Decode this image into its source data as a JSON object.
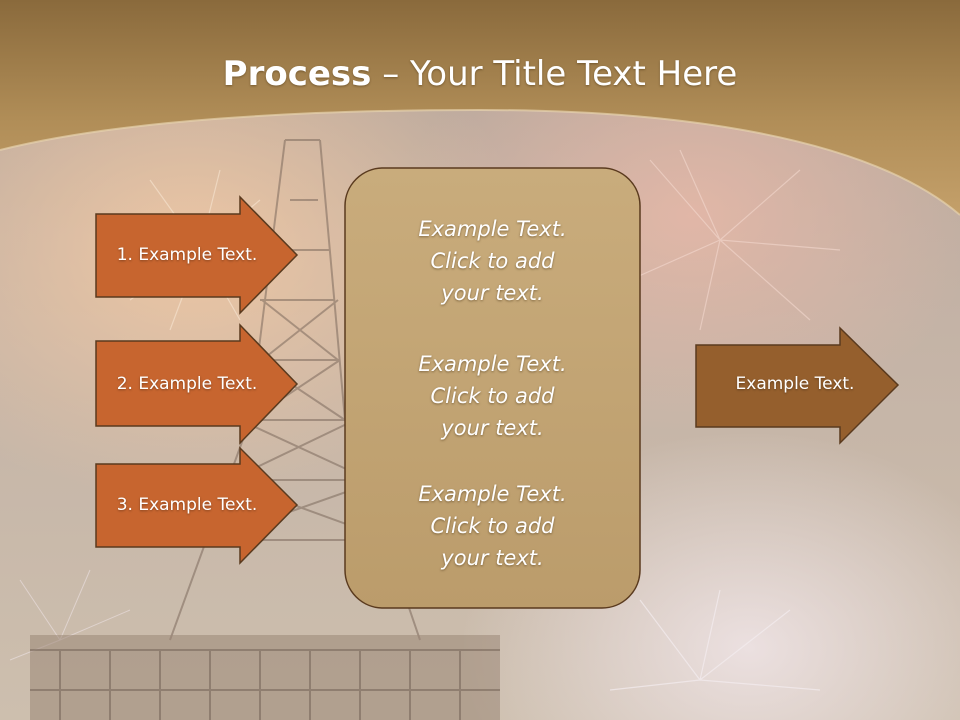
{
  "title": {
    "bold": "Process",
    "separator": " – ",
    "rest": "Your Title Text Here"
  },
  "left_arrows": [
    {
      "label": "1. Example Text."
    },
    {
      "label": "2. Example Text."
    },
    {
      "label": "3. Example Text."
    }
  ],
  "panel": {
    "blocks": [
      {
        "text": "Example Text. Click  to add your text."
      },
      {
        "text": "Example Text. Click  to add your text."
      },
      {
        "text": "Example Text. Click  to add your text."
      }
    ]
  },
  "right_arrow": {
    "label": "Example Text."
  },
  "colors": {
    "header": "#a88650",
    "left_arrow_fill": "#c7652f",
    "right_arrow_fill": "#955f2d",
    "panel_fill": "#c2a474",
    "outline": "#5a3a1e"
  }
}
